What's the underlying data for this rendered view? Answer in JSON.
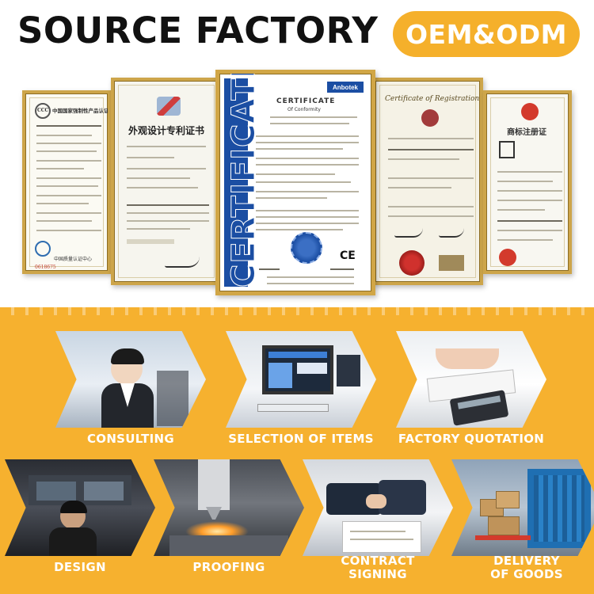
{
  "header": {
    "title": "SOURCE FACTORY",
    "badge": "OEM&ODM"
  },
  "certificates": {
    "cert1_heading": "中国国家强制性产品认证",
    "cert1_logo": "CCC",
    "cert1_footer": "中国质量认证中心",
    "cert2_heading": "外观设计专利证书",
    "cert3_vertical": "CERTIFICATE",
    "cert3_brand": "Anbotek",
    "cert3_heading": "CERTIFICATE",
    "cert3_sub": "Of Conformity",
    "cert4_heading": "Certificate of Registration",
    "cert5_heading": "商标注册证",
    "cert1_code": "0618675",
    "cert3_mark": "CE"
  },
  "steps": [
    {
      "label": "CONSULTING"
    },
    {
      "label": "SELECTION OF ITEMS"
    },
    {
      "label": "FACTORY QUOTATION"
    },
    {
      "label": "DESIGN"
    },
    {
      "label": "PROOFING"
    },
    {
      "label_line1": "CONTRACT",
      "label_line2": "SIGNING"
    },
    {
      "label_line1": "DELIVERY",
      "label_line2": "OF GOODS"
    }
  ],
  "colors": {
    "accent": "#f6b12f",
    "cert_blue": "#1b4ea3",
    "frame_gold": "#cda54a"
  }
}
